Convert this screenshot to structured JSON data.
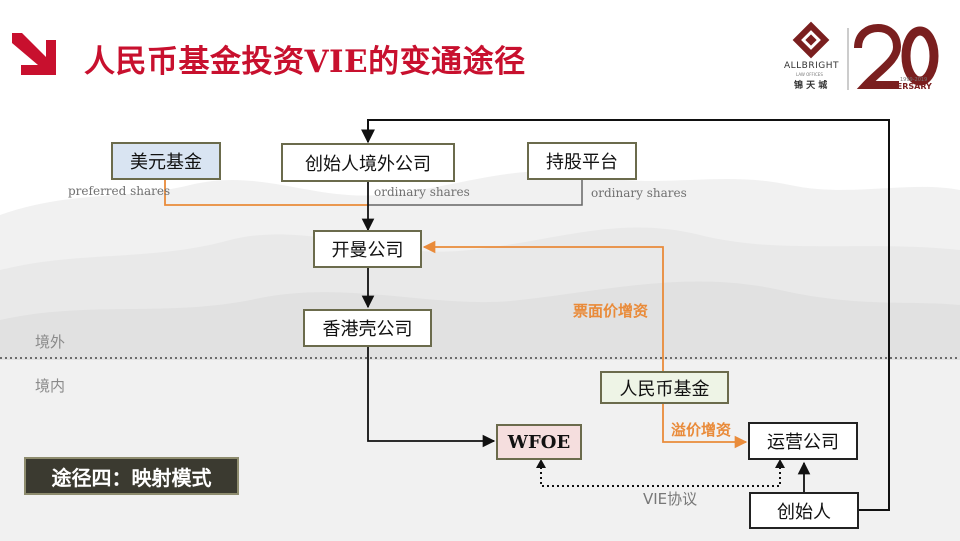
{
  "title": "人民币基金投资VIE的变通途径",
  "logo": {
    "brand": "ALLBRIGHT",
    "sub": "LAW OFFICES",
    "cn": "锦 天 城",
    "number": "20",
    "years": "1999-2019",
    "anniversary": "ANNIVERSARY"
  },
  "nodes": {
    "usd_fund": "美元基金",
    "founder_offshore": "创始人境外公司",
    "holding_platform": "持股平台",
    "cayman": "开曼公司",
    "hk_shell": "香港壳公司",
    "rmb_fund": "人民币基金",
    "wfoe": "WFOE",
    "opco": "运营公司",
    "founder": "创始人"
  },
  "labels": {
    "preferred": "preferred shares",
    "ordinary1": "ordinary shares",
    "ordinary2": "ordinary shares",
    "par_increase": "票面价增资",
    "premium_increase": "溢价增资",
    "vie": "VIE协议",
    "offshore": "境外",
    "onshore": "境内"
  },
  "badge": "途径四：映射模式",
  "colors": {
    "accent": "#c8102e",
    "orange": "#e98b3a",
    "box_border": "#6b6b4c"
  }
}
